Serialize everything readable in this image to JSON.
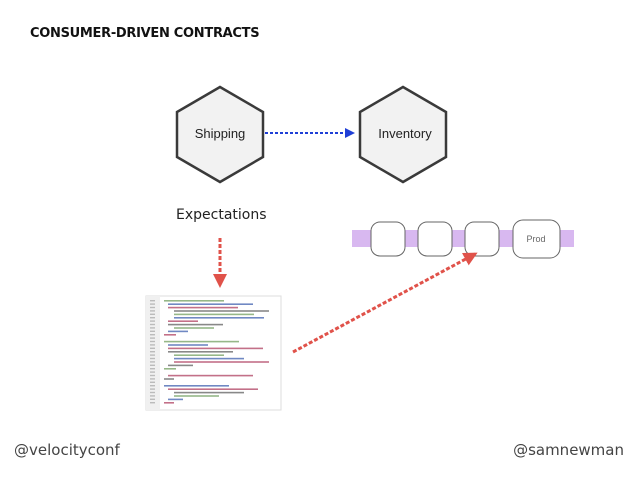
{
  "title": "CONSUMER-DRIVEN CONTRACTS",
  "nodes": {
    "shipping": "Shipping",
    "inventory": "Inventory"
  },
  "expectations_label": "Expectations",
  "pipeline": {
    "stage_count": 4,
    "final_stage_label": "Prod"
  },
  "footer": {
    "left": "@velocityconf",
    "right": "@samnewman"
  },
  "colors": {
    "hexagon_fill": "#f2f2f2",
    "hexagon_stroke": "#3a3a3a",
    "blue_arrow": "#1f3fd6",
    "red_arrow": "#e0524a",
    "pipeline_band": "#d8b8f0",
    "stage_fill": "#ffffff",
    "stage_stroke": "#666666"
  }
}
